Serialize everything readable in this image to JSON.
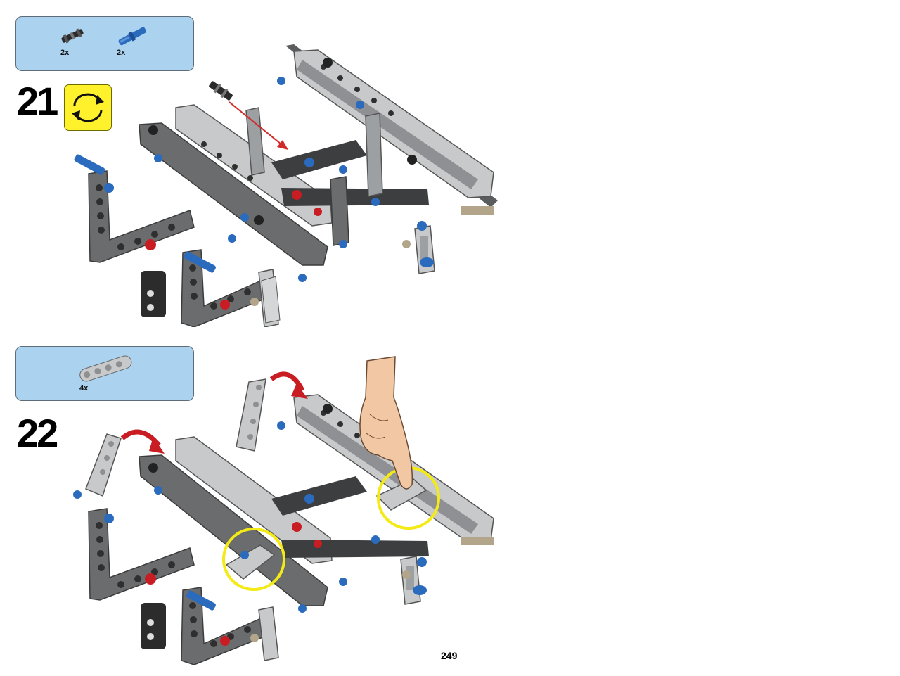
{
  "page": {
    "number": "249"
  },
  "steps": [
    {
      "number": "21",
      "parts": [
        {
          "icon": "black-axle-connector-icon",
          "quantity": "2x"
        },
        {
          "icon": "blue-axle-pin-icon",
          "quantity": "2x"
        }
      ],
      "has_rotate_indicator": true
    },
    {
      "number": "22",
      "parts": [
        {
          "icon": "light-gray-beam-4-icon",
          "quantity": "4x"
        }
      ],
      "has_rotate_indicator": false
    }
  ],
  "colors": {
    "parts_box": "#abd3ef",
    "rotate_badge": "#fff22c",
    "highlight_circle": "#f3ea16",
    "arrow_red": "#d22a2a",
    "dark_gray": "#5f6163",
    "light_gray": "#c7c9cb",
    "blue_pin": "#2a6bbd",
    "red_pin": "#c81d23"
  }
}
